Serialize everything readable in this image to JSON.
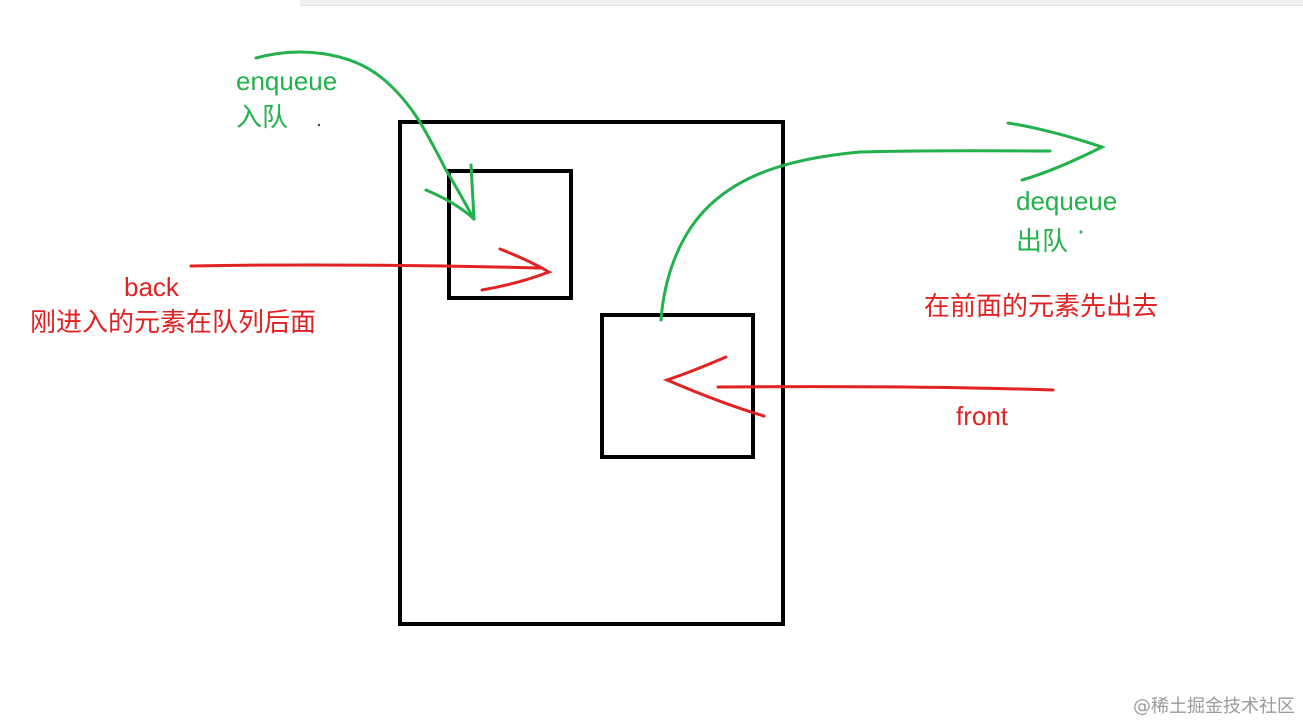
{
  "labels": {
    "enqueue": "enqueue",
    "enqueue_cn": "入队",
    "dequeue": "dequeue",
    "dequeue_cn": "出队",
    "back": "back",
    "back_desc": "刚进入的元素在队列后面",
    "front_desc": "在前面的元素先出去",
    "front": "front"
  },
  "watermark": "@稀土掘金技术社区",
  "colors": {
    "green": "#22b14c",
    "red": "#e02222",
    "black": "#000000"
  }
}
